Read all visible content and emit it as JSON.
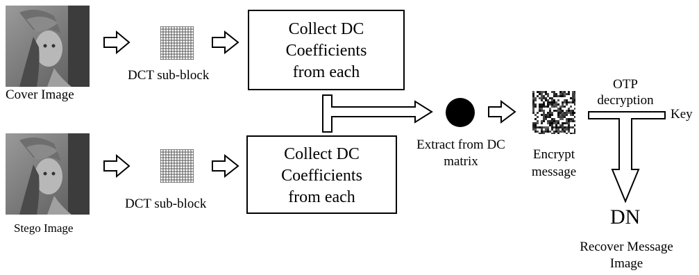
{
  "labels": {
    "cover_image": "Cover Image",
    "stego_image": "Stego Image",
    "dct_top": "DCT sub-block",
    "dct_bottom": "DCT sub-block",
    "box_top": [
      "Collect DC",
      "Coefficients",
      "from each"
    ],
    "box_bottom": [
      "Collect DC",
      "Coefficients",
      "from each"
    ],
    "extract": [
      "Extract from DC",
      "matrix"
    ],
    "encrypt": [
      "Encrypt",
      "message"
    ],
    "otp": [
      "OTP",
      "decryption"
    ],
    "key": "Key",
    "dn": "DN",
    "recover": [
      "Recover Message",
      "Image"
    ]
  }
}
